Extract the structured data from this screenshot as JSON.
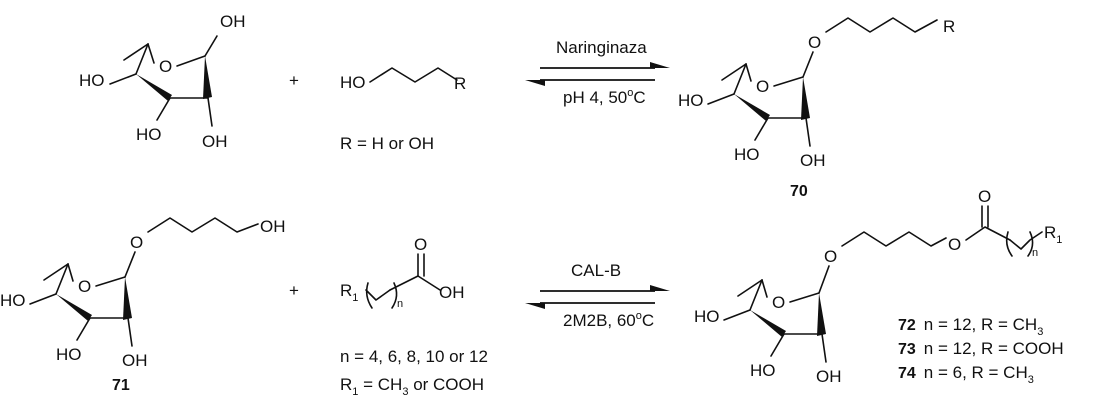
{
  "reaction1": {
    "plus": "+",
    "hydroxy_left": "OH",
    "ho_ring_left": "HO",
    "ho_ring_mid": "HO",
    "oh_bottom": "OH",
    "ring_o": "O",
    "alcohol_ho": "HO",
    "alcohol_r": "R",
    "r_def": "R = H or OH",
    "reagent_top": "Naringinaza",
    "reagent_bottom": "pH 4, 50",
    "degree": "o",
    "celsius": "C",
    "product_o": "O",
    "product_r": "R",
    "product_ho_left": "HO",
    "product_ho_mid": "HO",
    "product_oh": "OH",
    "product_ring_o": "O",
    "compound_70": "70"
  },
  "reaction2": {
    "plus": "+",
    "sm_o_chain": "O",
    "sm_oh_end": "OH",
    "sm_ring_o": "O",
    "sm_ho_left": "HO",
    "sm_ho_mid": "HO",
    "sm_oh_bottom": "OH",
    "compound_71": "71",
    "acid_r": "R",
    "acid_r_sub": "1",
    "acid_n": "n",
    "acid_oh": "OH",
    "acid_o": "O",
    "n_def": "n = 4, 6, 8, 10 or 12",
    "r1_def_r": "R",
    "r1_def_sub": "1",
    "r1_def_rest": " = CH",
    "r1_def_sub3": "3",
    "r1_def_end": " or COOH",
    "reagent_top": "CAL-B",
    "reagent_bottom": "2M2B, 60",
    "degree": "o",
    "celsius": "C",
    "prod_o_chain": "O",
    "prod_o_ester": "O",
    "prod_o_carbonyl": "O",
    "prod_n": "n",
    "prod_r": "R",
    "prod_r_sub": "1",
    "prod_ring_o": "O",
    "prod_ho_left": "HO",
    "prod_ho_mid": "HO",
    "prod_oh_bottom": "OH",
    "list": [
      {
        "num": "72",
        "text": "n = 12, R = CH",
        "sub": "3"
      },
      {
        "num": "73",
        "text": "n = 12, R = COOH",
        "sub": ""
      },
      {
        "num": "74",
        "text": "n = 6, R = CH",
        "sub": "3"
      }
    ]
  }
}
